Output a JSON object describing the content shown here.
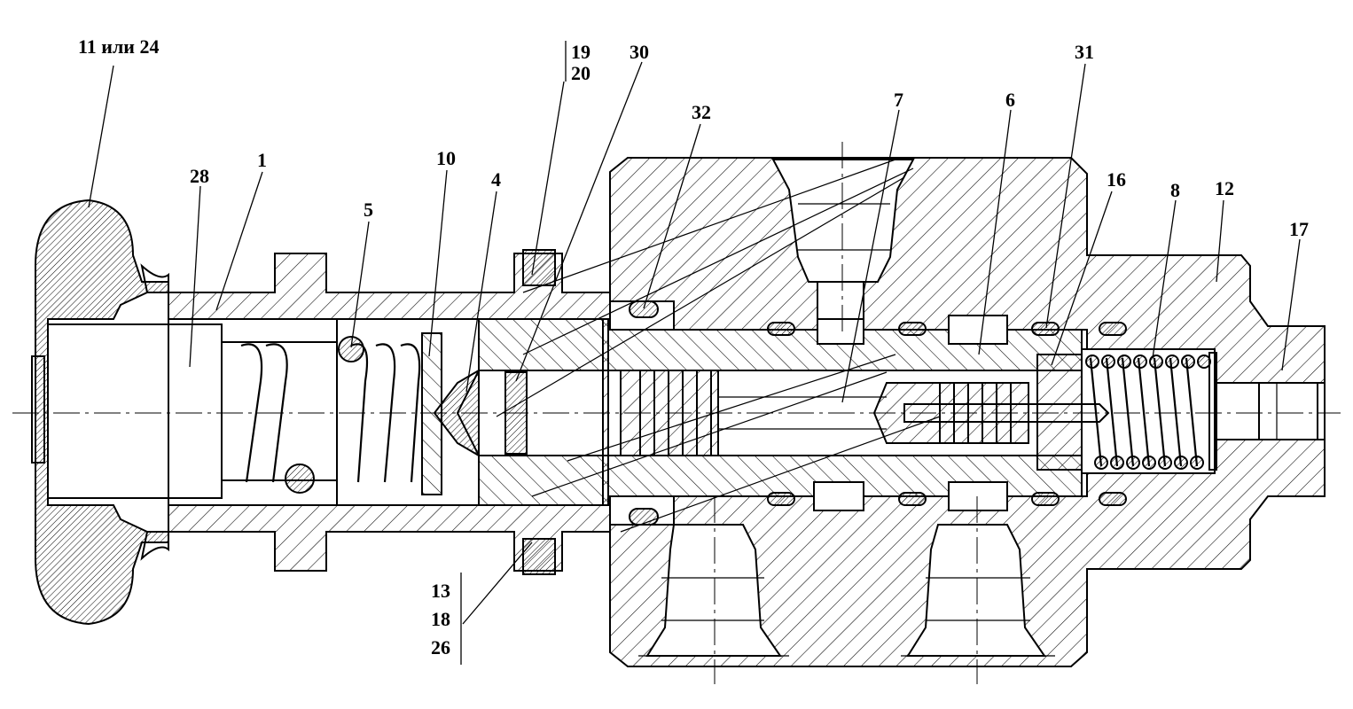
{
  "labels": {
    "l11_24": "11 или 24",
    "l28": "28",
    "l1": "1",
    "l5": "5",
    "l10": "10",
    "l4": "4",
    "l19": "19",
    "l20": "20",
    "l30": "30",
    "l32": "32",
    "l7": "7",
    "l6": "6",
    "l31": "31",
    "l16": "16",
    "l8": "8",
    "l12": "12",
    "l17": "17",
    "l13": "13",
    "l18": "18",
    "l26": "26"
  }
}
